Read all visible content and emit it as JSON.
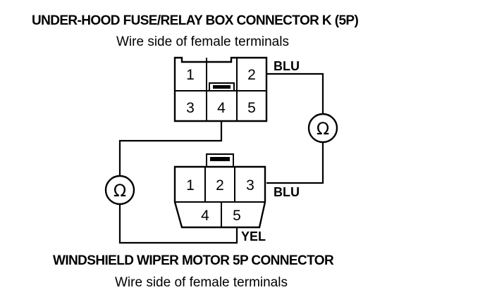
{
  "top_connector": {
    "title": "UNDER-HOOD FUSE/RELAY BOX CONNECTOR K (5P)",
    "subtitle": "Wire side of female terminals",
    "pins": [
      "1",
      "2",
      "3",
      "4",
      "5"
    ]
  },
  "bottom_connector": {
    "title": "WINDSHIELD WIPER MOTOR 5P CONNECTOR",
    "subtitle": "Wire side of female terminals",
    "pins": [
      "1",
      "2",
      "3",
      "4",
      "5"
    ]
  },
  "wire_labels": {
    "top_right": "BLU",
    "bottom_right": "BLU",
    "bottom_left": "YEL"
  },
  "meters": {
    "right_symbol": "Ω",
    "left_symbol": "Ω"
  }
}
